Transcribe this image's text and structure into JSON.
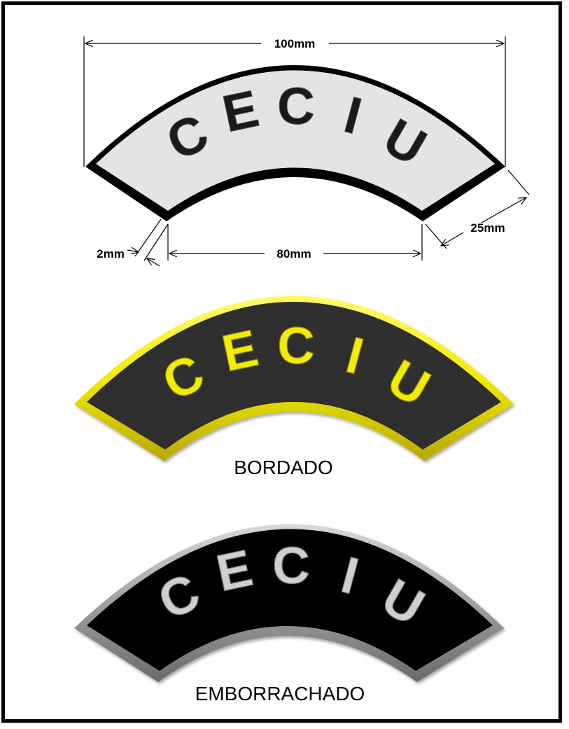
{
  "dimensions": {
    "total_width": "100mm",
    "inner_width": "80mm",
    "height": "25mm",
    "border": "2mm"
  },
  "patches": [
    {
      "name": "white-patch",
      "letters": [
        "C",
        "E",
        "C",
        "I",
        "U"
      ],
      "caption": "",
      "fill": "#e4e4e4",
      "border": "#000000",
      "text_color": "#1a1a1a"
    },
    {
      "name": "bordado-patch",
      "letters": [
        "C",
        "E",
        "C",
        "I",
        "U"
      ],
      "caption": "BORDADO",
      "fill": "#2e2e2e",
      "border": "#f2ec00",
      "text_color": "#f2ec00"
    },
    {
      "name": "emborrachado-patch",
      "letters": [
        "C",
        "E",
        "C",
        "I",
        "U"
      ],
      "caption": "EMBORRACHADO",
      "fill": "#050505",
      "border": "#a8a8a8",
      "text_color": "#c9c9c9"
    }
  ]
}
